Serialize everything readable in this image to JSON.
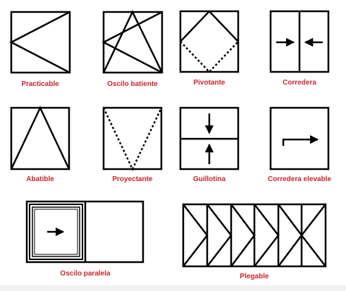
{
  "label_color": "#c8252c",
  "line_color": "#000000",
  "diagrams": [
    {
      "id": "practicable",
      "label": "Practicable"
    },
    {
      "id": "oscilo-batiente",
      "label": "Oscilo batiente"
    },
    {
      "id": "pivotante",
      "label": "Pivotante"
    },
    {
      "id": "corredera",
      "label": "Corredera"
    },
    {
      "id": "abatible",
      "label": "Abatible"
    },
    {
      "id": "proyectante",
      "label": "Proyectante"
    },
    {
      "id": "guillotina",
      "label": "Guillotina"
    },
    {
      "id": "corredera-elevable",
      "label": "Corredera elevable"
    },
    {
      "id": "oscilo-paralela",
      "label": "Oscilo paralela"
    },
    {
      "id": "plegable",
      "label": "Plegable"
    }
  ]
}
